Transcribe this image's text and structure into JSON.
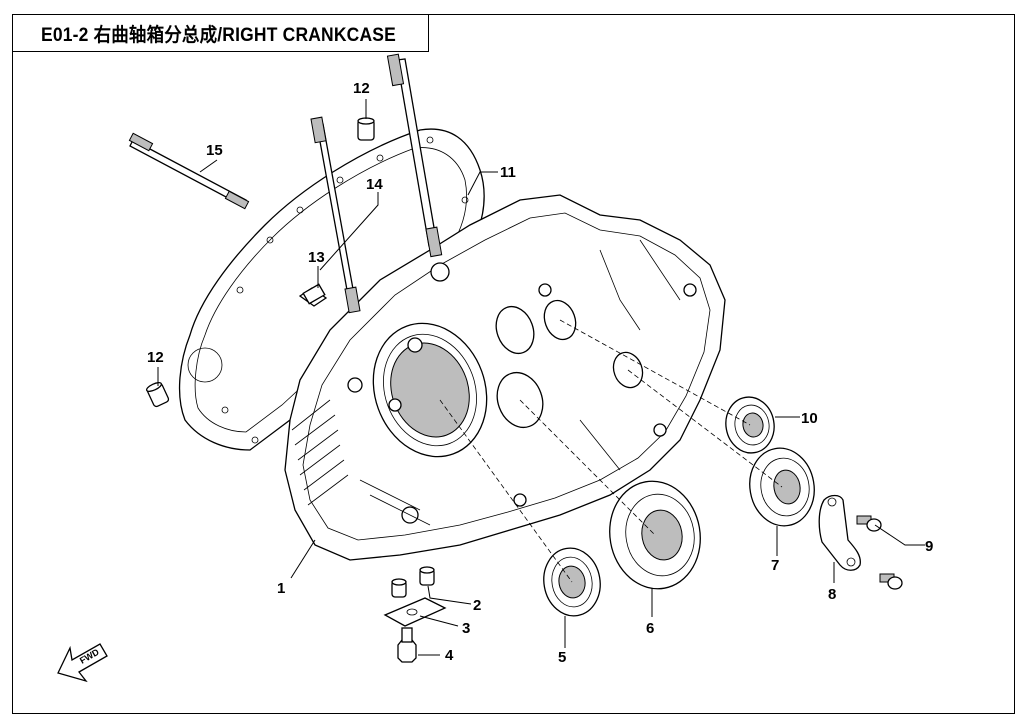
{
  "title": "E01-2  右曲轴箱分总成/RIGHT CRANKCASE",
  "fwd_label": "FWD",
  "callouts": [
    {
      "id": "c1",
      "text": "1"
    },
    {
      "id": "c2",
      "text": "2"
    },
    {
      "id": "c3",
      "text": "3"
    },
    {
      "id": "c4",
      "text": "4"
    },
    {
      "id": "c5",
      "text": "5"
    },
    {
      "id": "c6",
      "text": "6"
    },
    {
      "id": "c7",
      "text": "7"
    },
    {
      "id": "c8",
      "text": "8"
    },
    {
      "id": "c9",
      "text": "9"
    },
    {
      "id": "c10",
      "text": "10"
    },
    {
      "id": "c11",
      "text": "11"
    },
    {
      "id": "c12a",
      "text": "12"
    },
    {
      "id": "c12b",
      "text": "12"
    },
    {
      "id": "c13",
      "text": "13"
    },
    {
      "id": "c14",
      "text": "14"
    },
    {
      "id": "c15",
      "text": "15"
    }
  ]
}
